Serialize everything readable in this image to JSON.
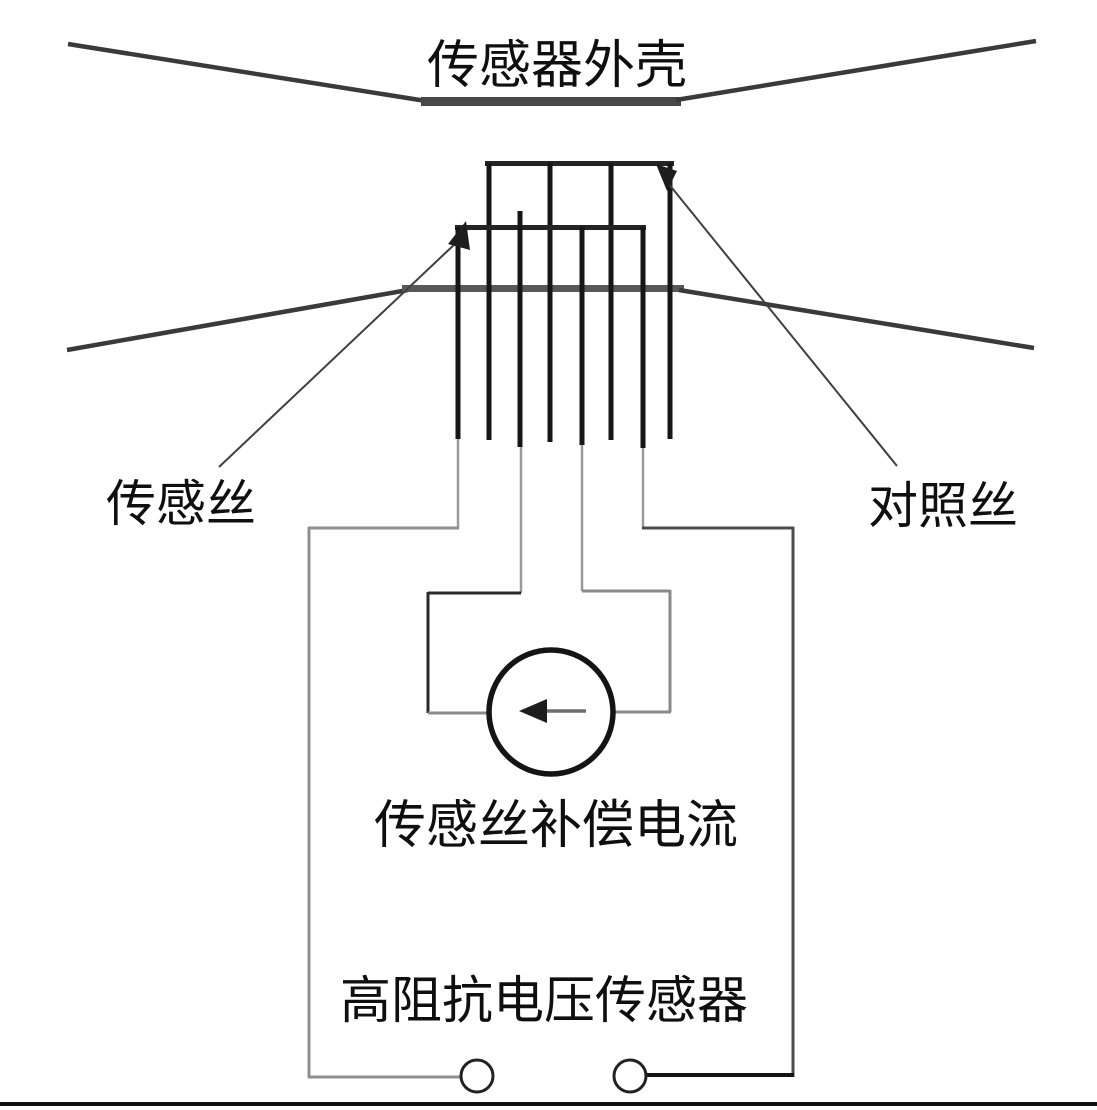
{
  "labels": {
    "housing": "传感器外壳",
    "sensing_wire": "传感丝",
    "reference_wire": "对照丝",
    "compensation_current": "传感丝补偿电流",
    "voltage_sensor": "高阻抗电压传感器"
  },
  "colors": {
    "ink": "#161616",
    "mid_gray": "#4c4c4c",
    "light_gray": "#9a9a9a",
    "background": "#ffffff"
  }
}
